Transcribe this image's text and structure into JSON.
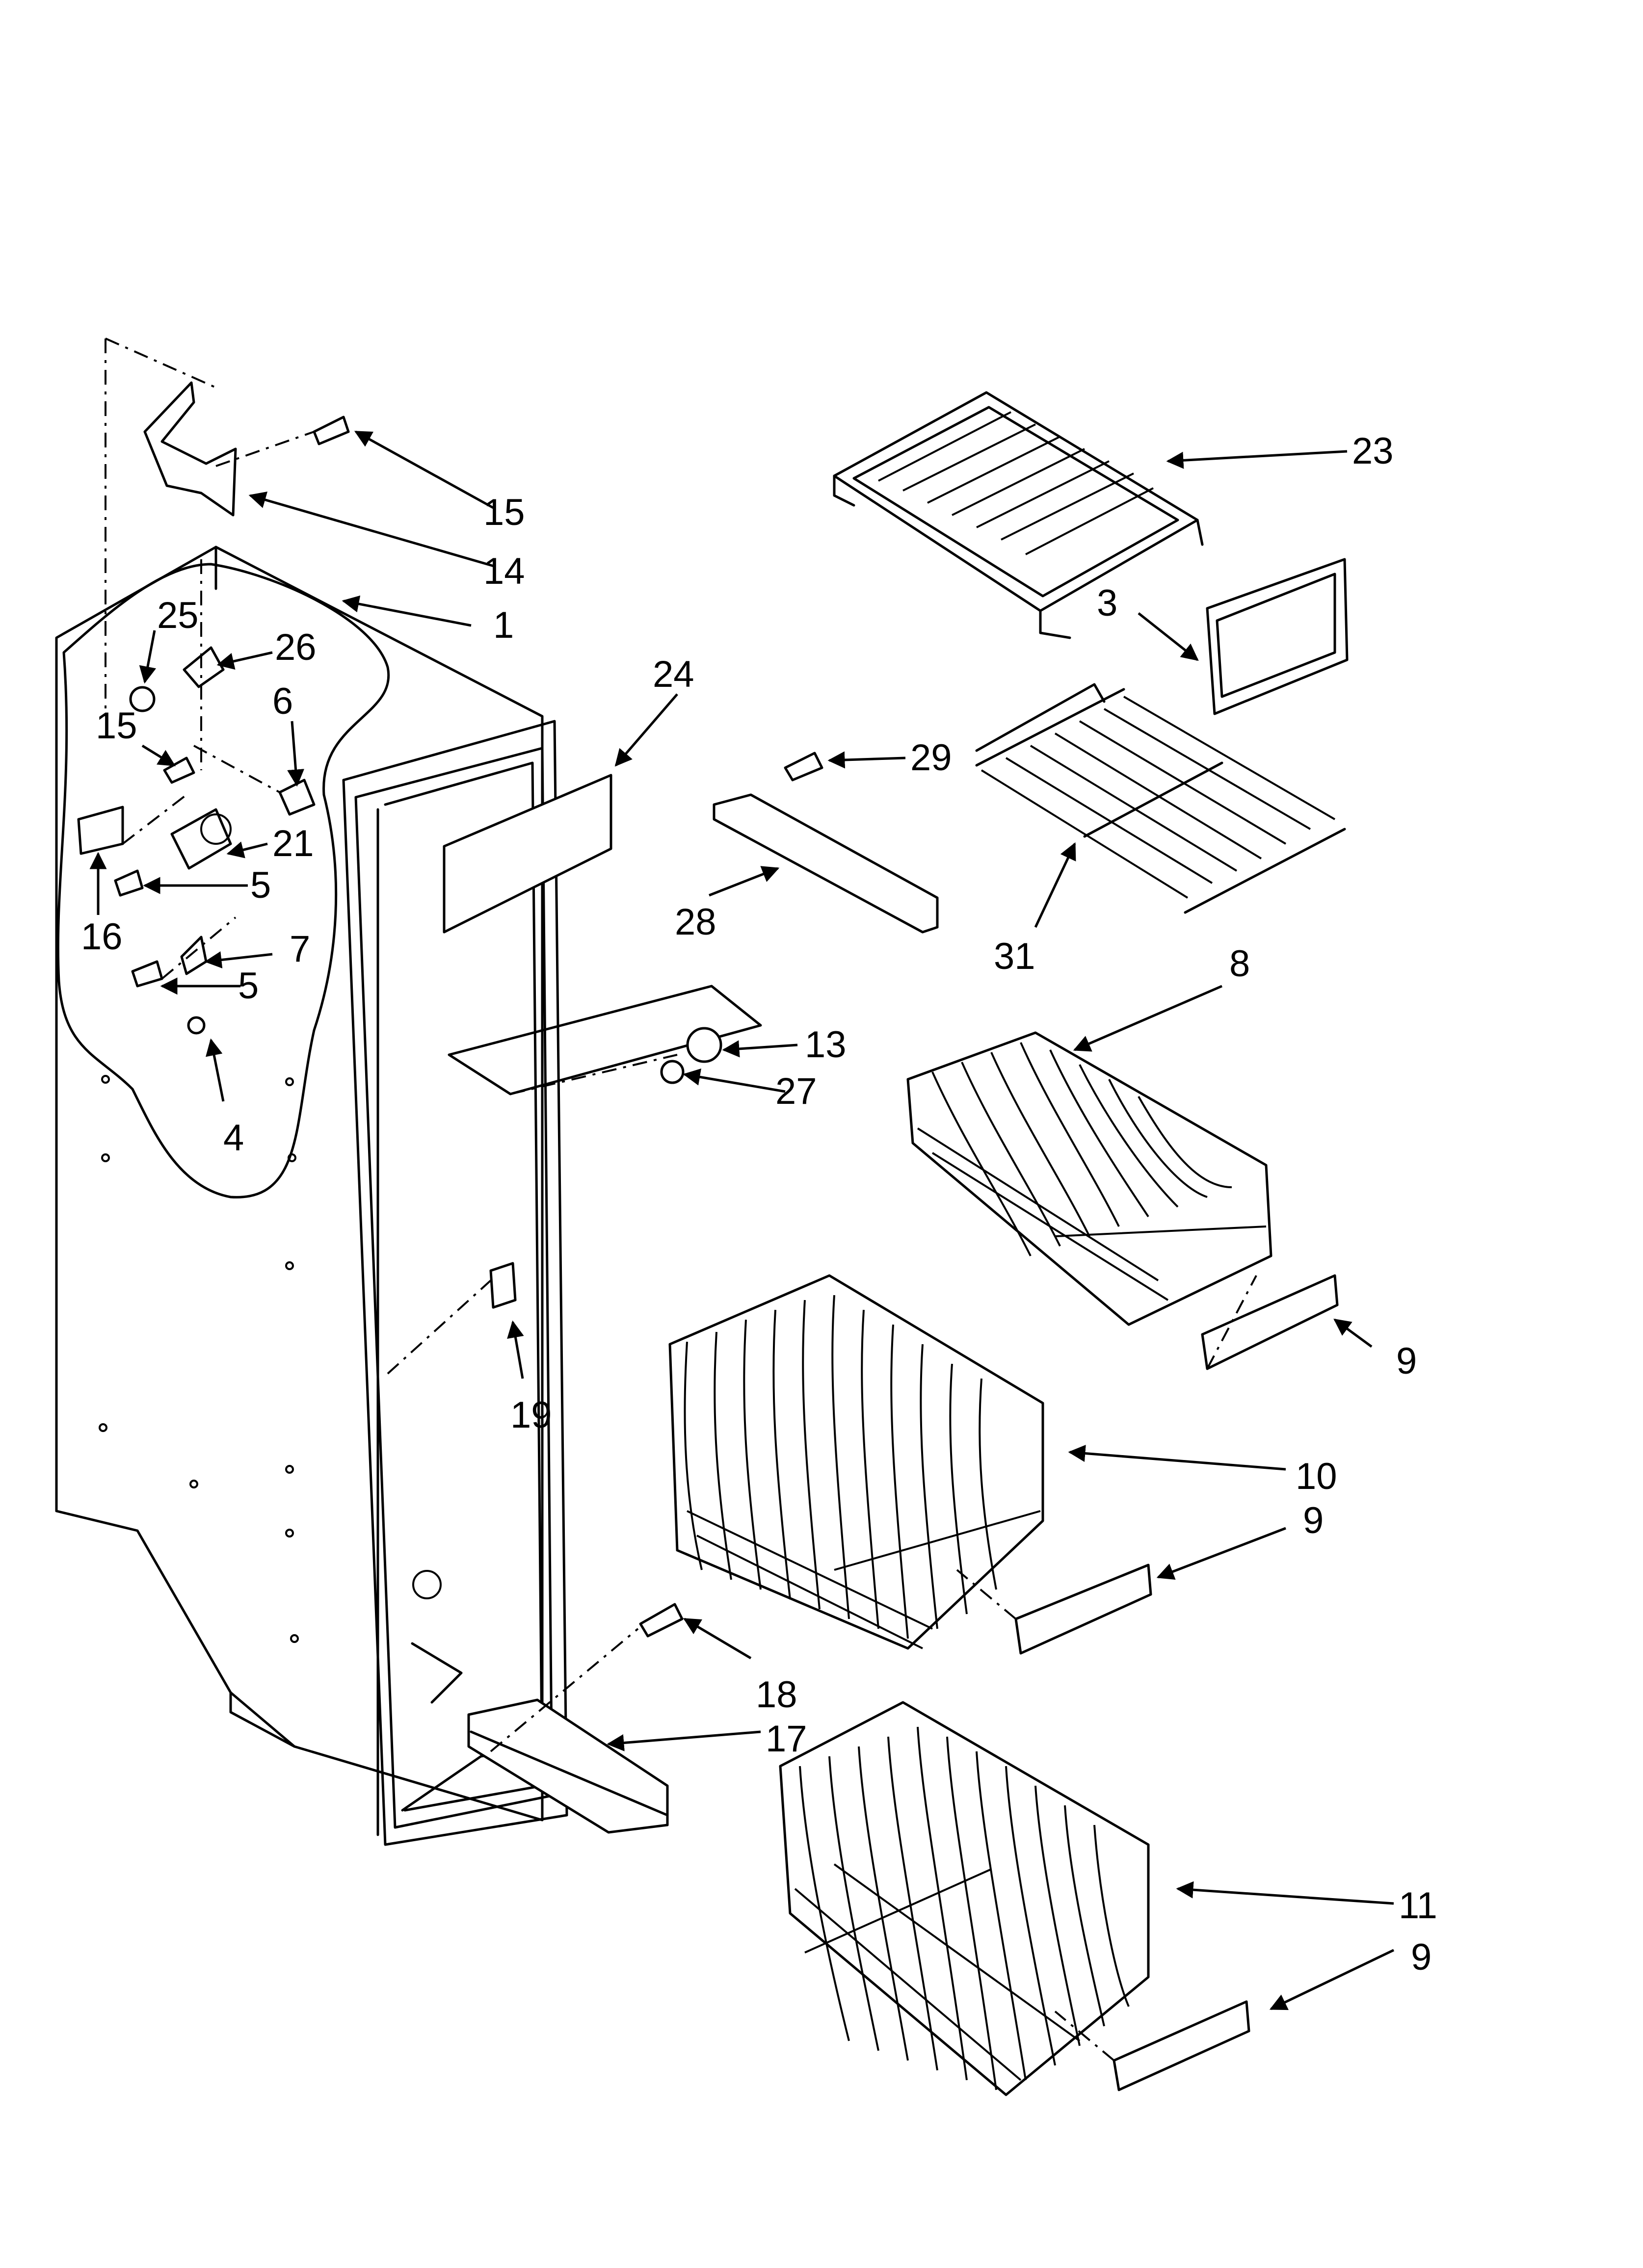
{
  "diagram": {
    "callouts": [
      "23",
      "15",
      "14",
      "1",
      "3",
      "25",
      "26",
      "24",
      "15",
      "6",
      "29",
      "21",
      "5",
      "28",
      "31",
      "16",
      "7",
      "8",
      "5",
      "13",
      "27",
      "4",
      "9",
      "19",
      "10",
      "9",
      "18",
      "17",
      "11",
      "9"
    ]
  }
}
